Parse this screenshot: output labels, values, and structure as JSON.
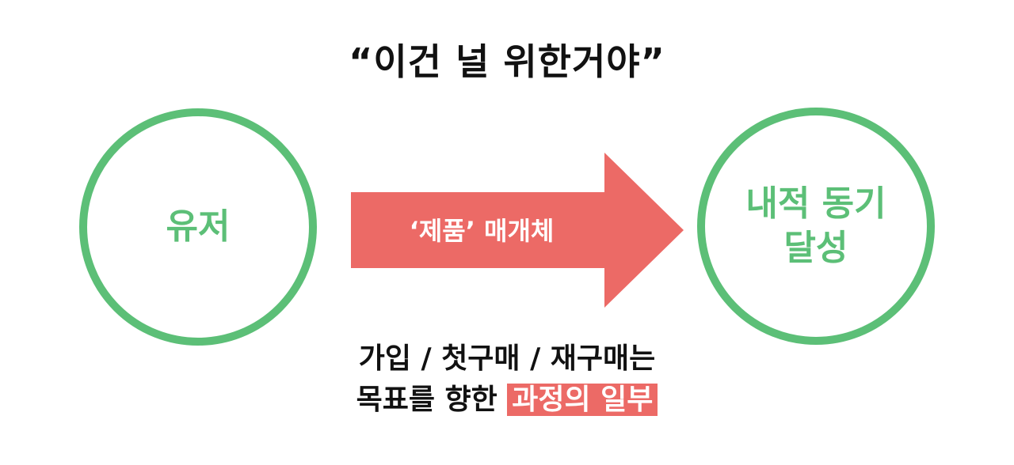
{
  "title": "“이건 널 위한거야”",
  "left_circle": {
    "label": "유저"
  },
  "arrow": {
    "label": "‘제품’ 매개체"
  },
  "right_circle": {
    "label_line1": "내적 동기",
    "label_line2": "달성"
  },
  "caption": {
    "line1": "가입 / 첫구매 / 재구매는",
    "line2_prefix": "목표를 향한",
    "line2_highlight": "과정의 일부"
  },
  "colors": {
    "circle_green": "#5cbf77",
    "arrow_red": "#ec6a66",
    "text_dark": "#111111"
  }
}
